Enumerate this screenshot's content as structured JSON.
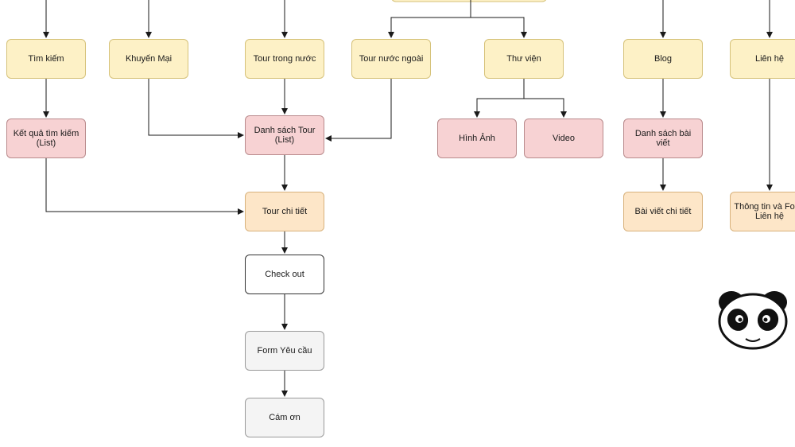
{
  "diagram": {
    "nodes": [
      {
        "id": "tim-kiem",
        "label": "Tìm kiếm",
        "color": "yellow"
      },
      {
        "id": "khuyen-mai",
        "label": "Khuyến Mại",
        "color": "yellow"
      },
      {
        "id": "tour-trong-nuoc",
        "label": "Tour trong nước",
        "color": "yellow"
      },
      {
        "id": "tour-nuoc-ngoai",
        "label": "Tour nước ngoài",
        "color": "yellow"
      },
      {
        "id": "thu-vien",
        "label": "Thư viện",
        "color": "yellow"
      },
      {
        "id": "blog",
        "label": "Blog",
        "color": "yellow"
      },
      {
        "id": "lien-he",
        "label": "Liên hệ",
        "color": "yellow"
      },
      {
        "id": "ket-qua-tim-kiem",
        "label": "Kết quả tìm kiếm\n(List)",
        "color": "pink"
      },
      {
        "id": "danh-sach-tour",
        "label": "Danh sách Tour\n(List)",
        "color": "pink"
      },
      {
        "id": "hinh-anh",
        "label": "Hình Ảnh",
        "color": "pink"
      },
      {
        "id": "video",
        "label": "Video",
        "color": "pink"
      },
      {
        "id": "danh-sach-bai-viet",
        "label": "Danh sách bài viết",
        "color": "pink"
      },
      {
        "id": "tour-chi-tiet",
        "label": "Tour chi tiết",
        "color": "orange"
      },
      {
        "id": "bai-viet-chi-tiet",
        "label": "Bài viết chi tiết",
        "color": "orange"
      },
      {
        "id": "thong-tin-form-lien-he",
        "label": "Thông tin và Form\nLiên hệ",
        "color": "orange"
      },
      {
        "id": "check-out",
        "label": "Check out",
        "color": "white"
      },
      {
        "id": "form-yeu-cau",
        "label": "Form Yêu cầu",
        "color": "gray"
      },
      {
        "id": "cam-on",
        "label": "Cám ơn",
        "color": "gray"
      }
    ],
    "edges": [
      {
        "from": "ket-qua-tim-kiem",
        "to": "tour-chi-tiet"
      },
      {
        "from": "tim-kiem",
        "to": "ket-qua-tim-kiem"
      },
      {
        "from": "khuyen-mai",
        "to": "danh-sach-tour"
      },
      {
        "from": "tour-trong-nuoc",
        "to": "danh-sach-tour"
      },
      {
        "from": "tour-nuoc-ngoai",
        "to": "danh-sach-tour"
      },
      {
        "from": "danh-sach-tour",
        "to": "tour-chi-tiet"
      },
      {
        "from": "tour-chi-tiet",
        "to": "check-out"
      },
      {
        "from": "check-out",
        "to": "form-yeu-cau"
      },
      {
        "from": "form-yeu-cau",
        "to": "cam-on"
      },
      {
        "from": "thu-vien",
        "to": "hinh-anh"
      },
      {
        "from": "thu-vien",
        "to": "video"
      },
      {
        "from": "blog",
        "to": "danh-sach-bai-viet"
      },
      {
        "from": "danh-sach-bai-viet",
        "to": "bai-viet-chi-tiet"
      },
      {
        "from": "lien-he",
        "to": "thong-tin-form-lien-he"
      }
    ],
    "colors": {
      "yellow": "#fdf1c6",
      "pink": "#f7d2d3",
      "orange": "#fde6c8",
      "white": "#ffffff",
      "gray": "#f4f4f4",
      "edge": "#1a1a1a"
    },
    "mascot_icon": "panda-face-icon"
  }
}
